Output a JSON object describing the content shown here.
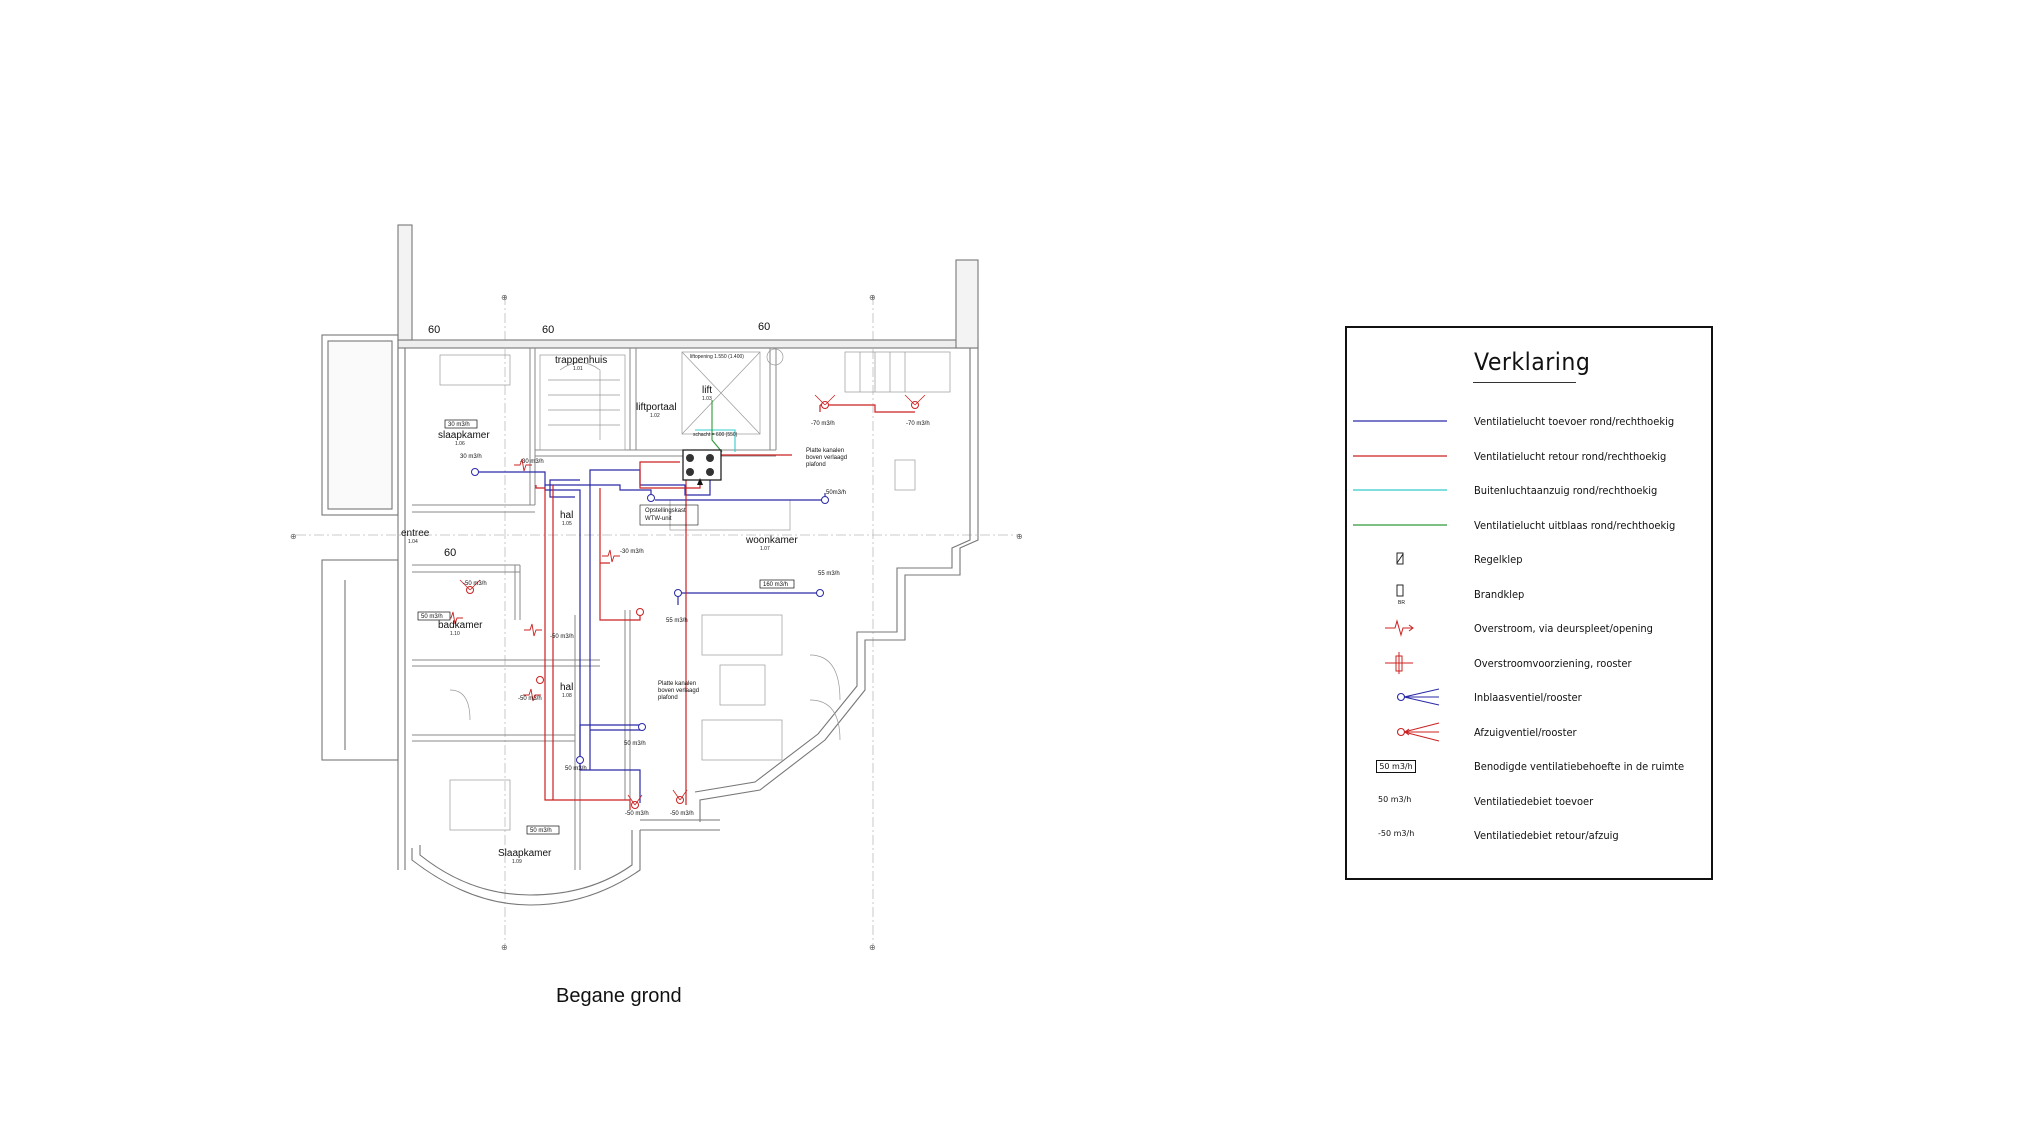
{
  "drawing_title": "Begane grond",
  "dimensions": {
    "d1": "60",
    "d2": "60",
    "d3": "60",
    "d4": "60"
  },
  "rooms": {
    "trappenhuis": {
      "name": "trappenhuis",
      "num": "1.01"
    },
    "liftportaal": {
      "name": "liftportaal",
      "num": "1.02"
    },
    "lift": {
      "name": "lift",
      "num": "1.03"
    },
    "slaapkamer_top": {
      "name": "slaapkamer",
      "num": "1.06"
    },
    "hal_main": {
      "name": "hal",
      "num": "1.05"
    },
    "entree": {
      "name": "entree",
      "num": "1.04"
    },
    "woonkamer": {
      "name": "woonkamer",
      "num": "1.07"
    },
    "badkamer": {
      "name": "badkamer",
      "num": "1.10"
    },
    "hal_small": {
      "name": "hal",
      "num": "1.08"
    },
    "slaapkamer_bottom": {
      "name": "Slaapkamer",
      "num": "1.09"
    }
  },
  "notes": {
    "platte_top_1": "Platte kanalen",
    "platte_top_2": "boven verlaagd",
    "platte_top_3": "plafond",
    "platte_mid_1": "Platte kanalen",
    "platte_mid_2": "boven verlaagd",
    "platte_mid_3": "plafond",
    "opstel_1": "Opstellingskast",
    "opstel_2": "WTW-unit",
    "liftopening": "liftopening 1.550 (1.400)",
    "schacht": "schacht = 600 (550)"
  },
  "flows": {
    "req_slaapkamer": "30 m3/h",
    "req_badkamer": "50 m3/h",
    "req_woonkamer": "160 m3/h",
    "req_slaapkamer2": "50 m3/h",
    "f1": "30 m3/h",
    "f2": "-30 m3/h",
    "f3": "-30 m3/h",
    "f4": "-50 m3/h",
    "f5": "-50 m3/h",
    "f6": "-50 m3/h",
    "f7": "55 m3/h",
    "f8": "55 m3/h",
    "f9": "50m3/h",
    "f10": "50 m3/h",
    "f11": "-70 m3/h",
    "f12": "-70 m3/h",
    "f13": "-50 m3/h",
    "f14": "-50 m3/h",
    "f15": "50 m3/h"
  },
  "legend": {
    "title": "Verklaring",
    "items": [
      {
        "label": "Ventilatielucht toevoer rond/rechthoekig",
        "symbol": "line-blue"
      },
      {
        "label": "Ventilatielucht retour rond/rechthoekig",
        "symbol": "line-red"
      },
      {
        "label": "Buitenluchtaanzuig rond/rechthoekig",
        "symbol": "line-cyan"
      },
      {
        "label": "Ventilatielucht uitblaas rond/rechthoekig",
        "symbol": "line-green"
      },
      {
        "label": "Regelklep",
        "symbol": "regelklep-icon"
      },
      {
        "label": "Brandklep",
        "symbol": "brandklep-icon"
      },
      {
        "label": "Overstroom, via deurspleet/opening",
        "symbol": "overstroom-icon"
      },
      {
        "label": "Overstroomvoorziening, rooster",
        "symbol": "overstroomrooster-icon"
      },
      {
        "label": "Inblaasventiel/rooster",
        "symbol": "inblaas-icon"
      },
      {
        "label": "Afzuigventiel/rooster",
        "symbol": "afzuig-icon"
      },
      {
        "label": "Benodigde ventilatiebehoefte in de ruimte",
        "symbol": "box-icon",
        "sample": "50 m3/h"
      },
      {
        "label": "Ventilatiedebiet toevoer",
        "symbol": "text",
        "sample": "50 m3/h"
      },
      {
        "label": "Ventilatiedebiet retour/afzuig",
        "symbol": "text",
        "sample": "-50 m3/h"
      }
    ],
    "brandklep_sub": "BR"
  },
  "colors": {
    "supply": "#2a2aa8",
    "return": "#cc2222",
    "intake": "#33cccc",
    "exhaust": "#2f9a3a",
    "wall": "#777777"
  }
}
